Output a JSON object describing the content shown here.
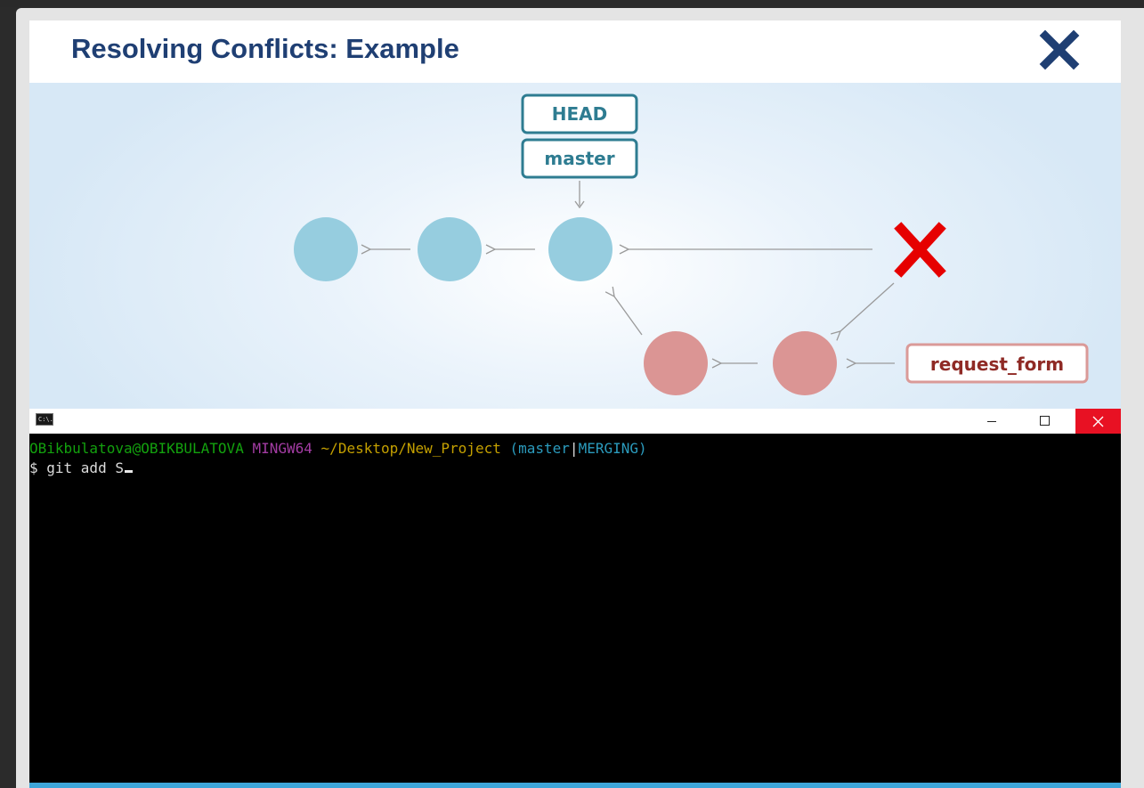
{
  "slide": {
    "title": "Resolving Conflicts: Example"
  },
  "diagram": {
    "head_label": "HEAD",
    "master_label": "master",
    "branch_label": "request_form",
    "colors": {
      "main_commit": "#96cddf",
      "branch_commit": "#db9594",
      "head_border": "#2e7c91",
      "branch_border": "#da9a98",
      "branch_text": "#8f2a25",
      "conflict_x": "#e60000"
    }
  },
  "terminal": {
    "titlebar_icon": "C:\\.",
    "prompt": {
      "user_host": "OBikbulatova@OBIKBULATOVA",
      "shell": "MINGW64",
      "path": "~/Desktop/New_Project",
      "branch_open": "(master",
      "branch_sep": "|",
      "branch_state": "MERGING)"
    },
    "command": "$ git add S"
  }
}
